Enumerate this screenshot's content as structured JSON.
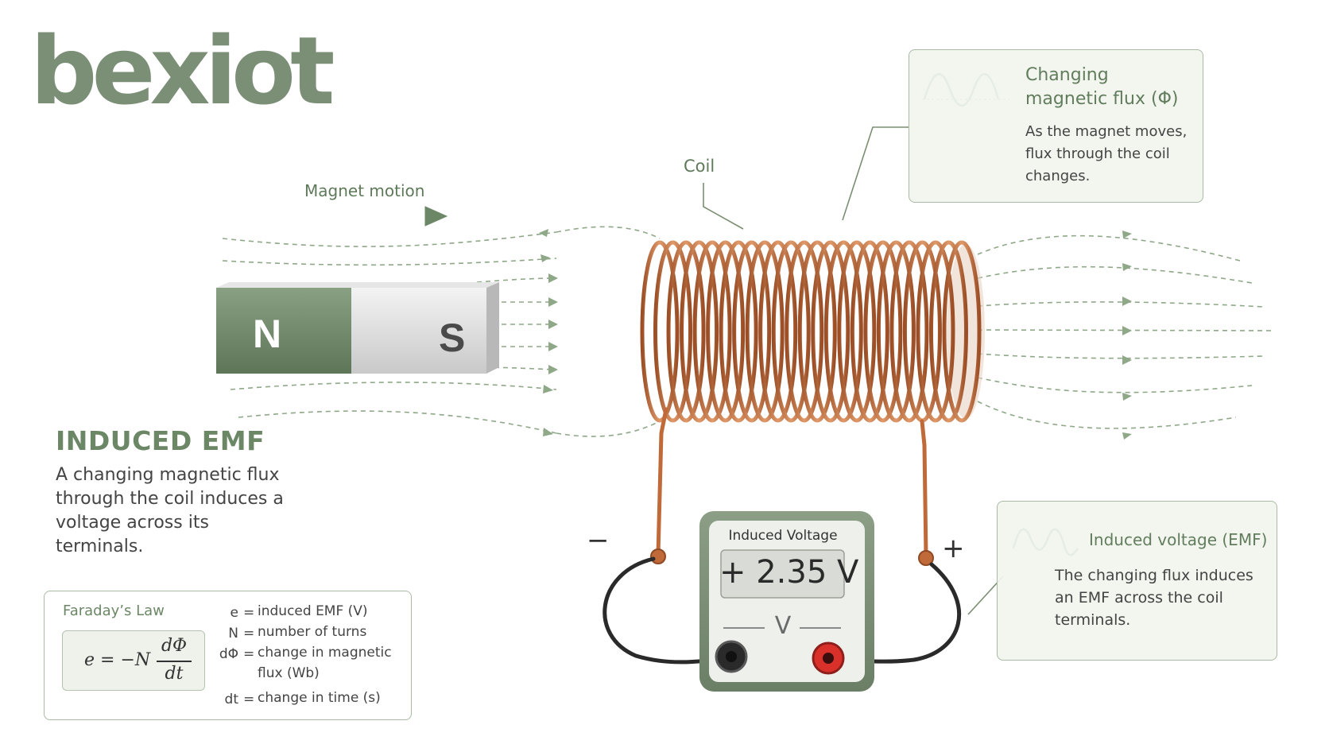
{
  "brand": {
    "logo_text": "bexiot"
  },
  "labels": {
    "magnet_motion": "Magnet motion",
    "coil": "Coil",
    "magnet_n": "N",
    "magnet_s": "S"
  },
  "main": {
    "title": "INDUCED EMF",
    "description": "A changing magnetic flux through the coil induces a voltage across its terminals."
  },
  "flux_callout": {
    "title": "Changing magnetic flux (Φ)",
    "description": "As the magnet moves, flux through the coil changes."
  },
  "voltage_callout": {
    "title": "Induced voltage (EMF)",
    "description": "The changing flux induces an EMF across the coil terminals."
  },
  "meter": {
    "title": "Induced Voltage",
    "reading": "+ 2.35 V",
    "unit": "V",
    "minus": "−",
    "plus": "+"
  },
  "faraday": {
    "title": "Faraday’s Law",
    "formula_lhs": "e = −N",
    "formula_num": "dΦ",
    "formula_den": "dt",
    "variables": [
      {
        "symbol": "e",
        "text": "induced EMF (V)"
      },
      {
        "symbol": "N",
        "text": "number of turns"
      },
      {
        "symbol": "dΦ",
        "text": "change in magnetic flux (Wb)"
      },
      {
        "symbol": "dt",
        "text": "change in time (s)"
      }
    ]
  },
  "colors": {
    "accent_green": "#6b8766",
    "copper": "#c06a3a",
    "magnet_north": "#7a8f72",
    "magnet_south": "#d8d8d8",
    "probe_red": "#d9302a"
  }
}
